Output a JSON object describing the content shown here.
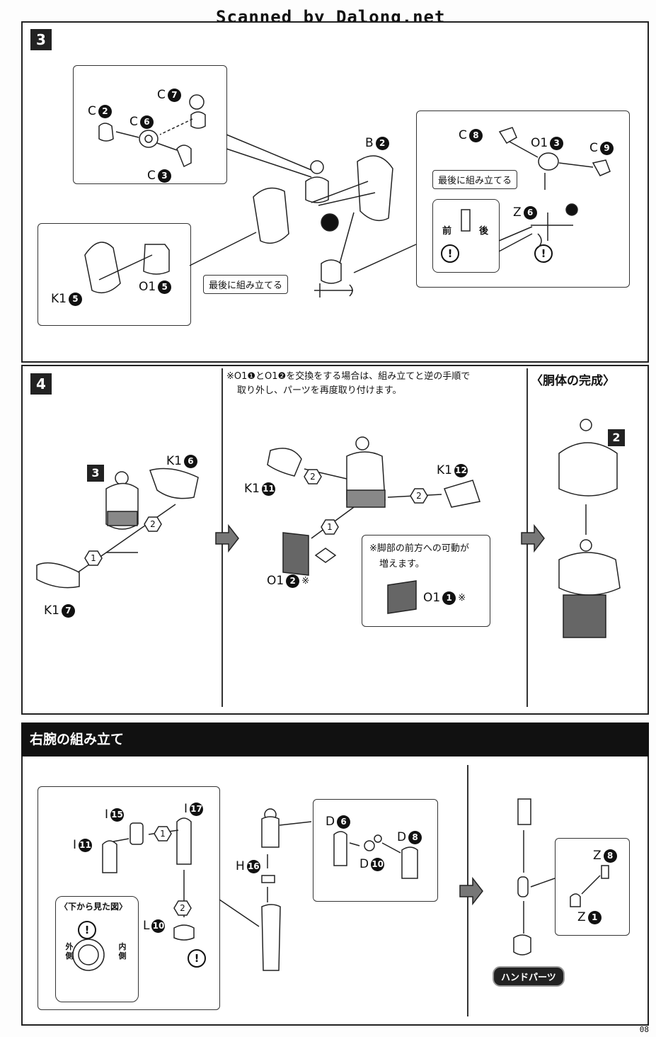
{
  "watermark": "Scanned by Dalong.net",
  "page_number": "08",
  "step3": {
    "number": "3",
    "box_a_labels": [
      {
        "letter": "C",
        "num": "7"
      },
      {
        "letter": "C",
        "num": "2"
      },
      {
        "letter": "C",
        "num": "6"
      },
      {
        "letter": "C",
        "num": "3"
      }
    ],
    "box_b_labels": [
      {
        "letter": "K1",
        "num": "5"
      },
      {
        "letter": "O1",
        "num": "5"
      }
    ],
    "b2": {
      "letter": "B",
      "num": "2"
    },
    "callout_last": "最後に組み立てる",
    "box_c_labels": [
      {
        "letter": "C",
        "num": "8"
      },
      {
        "letter": "O1",
        "num": "3"
      },
      {
        "letter": "C",
        "num": "9"
      },
      {
        "letter": "Z",
        "num": "6"
      }
    ],
    "callout_last_2": "最後に組み立てる",
    "front": "前",
    "back": "後"
  },
  "step4": {
    "number": "4",
    "note_line1": "※O1❶とO1❷を交換をする場合は、組み立てと逆の手順で",
    "note_line2": "取り外し、パーツを再度取り付けます。",
    "completion_title": "〈胴体の完成〉",
    "sub3": "3",
    "sub2": "2",
    "labels_left": [
      {
        "letter": "K1",
        "num": "6"
      },
      {
        "letter": "K1",
        "num": "7"
      }
    ],
    "labels_mid": [
      {
        "letter": "K1",
        "num": "11"
      },
      {
        "letter": "K1",
        "num": "12"
      },
      {
        "letter": "O1",
        "num": "2"
      }
    ],
    "o12_mark": "※",
    "tip_line1": "※脚部の前方への可動が",
    "tip_line2": "増えます。",
    "o11": {
      "letter": "O1",
      "num": "1"
    },
    "o11_mark": "※",
    "step_circle_1": "1",
    "step_circle_2": "2"
  },
  "arm": {
    "title": "右腕の組み立て",
    "labels_left": [
      {
        "letter": "I",
        "num": "15"
      },
      {
        "letter": "I",
        "num": "17"
      },
      {
        "letter": "I",
        "num": "11"
      },
      {
        "letter": "L",
        "num": "10"
      }
    ],
    "view_title": "〈下から見た図〉",
    "outer": "外側",
    "inner": "内側",
    "h16": {
      "letter": "H",
      "num": "16"
    },
    "labels_d": [
      {
        "letter": "D",
        "num": "6"
      },
      {
        "letter": "D",
        "num": "8"
      },
      {
        "letter": "D",
        "num": "10"
      }
    ],
    "labels_z": [
      {
        "letter": "Z",
        "num": "8"
      },
      {
        "letter": "Z",
        "num": "1"
      }
    ],
    "hand_parts": "ハンドパーツ"
  }
}
